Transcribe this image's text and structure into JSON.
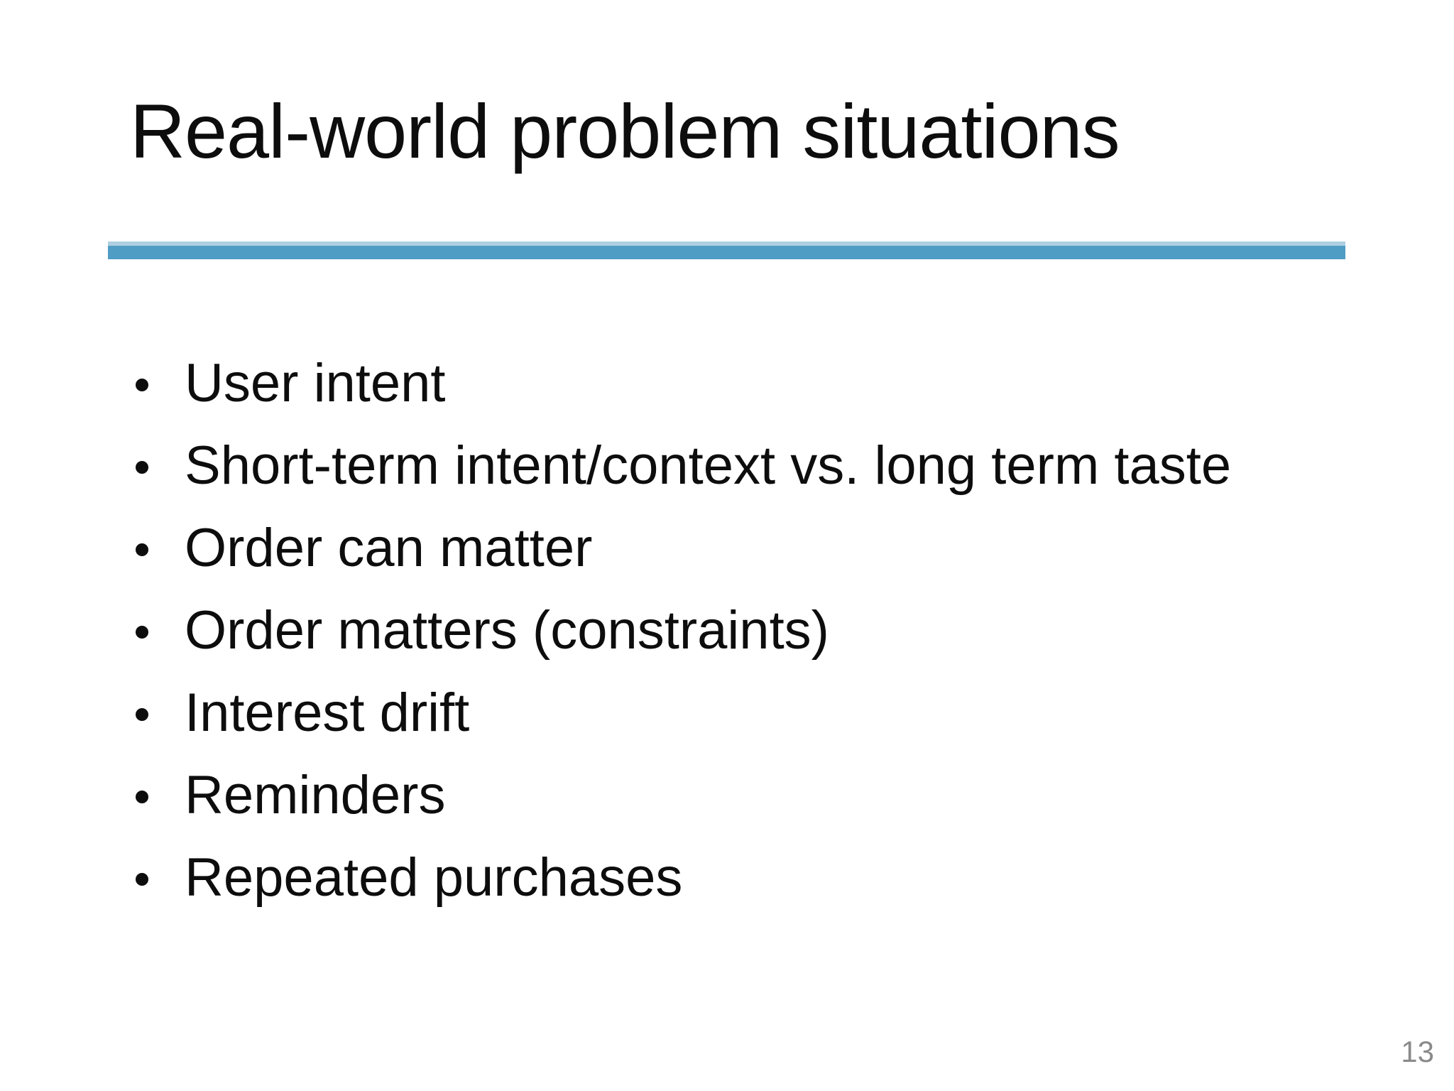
{
  "slide": {
    "title": "Real-world problem situations",
    "bullets": [
      "User intent",
      "Short-term intent/context vs. long term taste",
      "Order can matter",
      "Order matters (constraints)",
      "Interest drift",
      "Reminders",
      "Repeated purchases"
    ],
    "page_number": "13",
    "accent_color": "#4f9dc4",
    "accent_highlight_color": "#aecfe2",
    "text_color": "#0d0d0d",
    "page_number_color": "#8a8a8a"
  }
}
